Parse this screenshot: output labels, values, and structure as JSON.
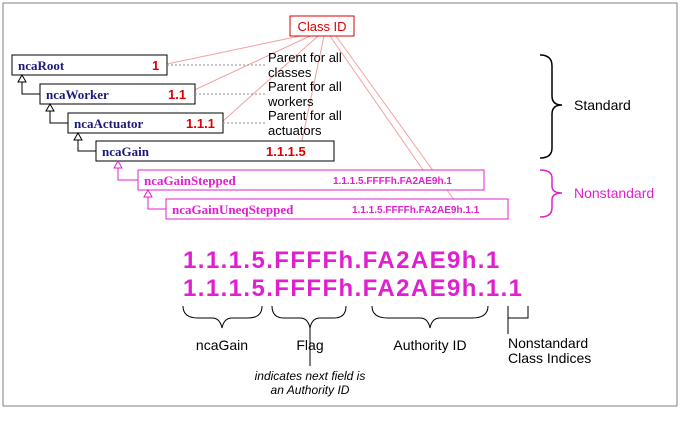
{
  "class_id_label": "Class ID",
  "classes": [
    {
      "name": "ncaRoot",
      "id": "1",
      "kind": "standard",
      "note": [
        "Parent for all",
        "classes"
      ]
    },
    {
      "name": "ncaWorker",
      "id": "1.1",
      "kind": "standard",
      "note": [
        "Parent for all",
        "workers"
      ]
    },
    {
      "name": "ncaActuator",
      "id": "1.1.1",
      "kind": "standard",
      "note": [
        "Parent for all",
        "actuators"
      ]
    },
    {
      "name": "ncaGain",
      "id": "1.1.1.5",
      "kind": "standard",
      "note": []
    },
    {
      "name": "ncaGainStepped",
      "id": "1.1.1.5.FFFFh.FA2AE9h.1",
      "kind": "nonstandard",
      "note": []
    },
    {
      "name": "ncaGainUneqStepped",
      "id": "1.1.1.5.FFFFh.FA2AE9h.1.1",
      "kind": "nonstandard",
      "note": []
    }
  ],
  "groups": {
    "standard": "Standard",
    "nonstandard": "Nonstandard"
  },
  "big_ids": [
    "1.1.1.5.FFFFh.FA2AE9h.1",
    "1.1.1.5.FFFFh.FA2AE9h.1.1"
  ],
  "breakdown": {
    "ncagain": "ncaGain",
    "flag": "Flag",
    "flag_note": [
      "indicates next field is",
      "an Authority ID"
    ],
    "authority": "Authority ID",
    "nonstd": [
      "Nonstandard",
      "Class Indices"
    ]
  },
  "colors": {
    "navy": "#1a1a7a",
    "red": "#e00000",
    "magenta": "#e020d0",
    "pink_line": "#f4a0a0",
    "black": "#000000"
  }
}
